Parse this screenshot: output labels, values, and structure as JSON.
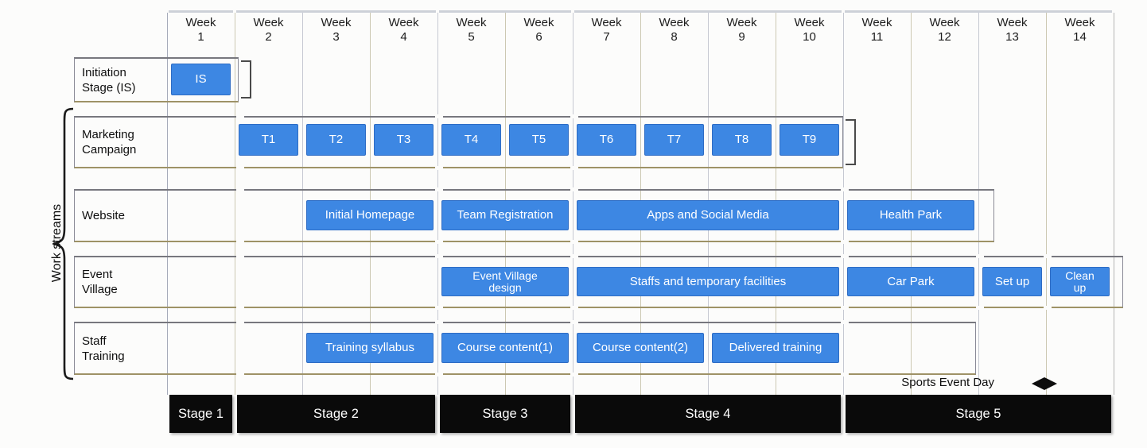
{
  "chart_data": {
    "type": "bar",
    "subtype": "gantt",
    "axis_label": "Work streams",
    "x_unit": "weeks",
    "x_range": [
      1,
      14
    ],
    "weeks": [
      {
        "word": "Week",
        "number": "1"
      },
      {
        "word": "Week",
        "number": "2"
      },
      {
        "word": "Week",
        "number": "3"
      },
      {
        "word": "Week",
        "number": "4"
      },
      {
        "word": "Week",
        "number": "5"
      },
      {
        "word": "Week",
        "number": "6"
      },
      {
        "word": "Week",
        "number": "7"
      },
      {
        "word": "Week",
        "number": "8"
      },
      {
        "word": "Week",
        "number": "9"
      },
      {
        "word": "Week",
        "number": "10"
      },
      {
        "word": "Week",
        "number": "11"
      },
      {
        "word": "Week",
        "number": "12"
      },
      {
        "word": "Week",
        "number": "13"
      },
      {
        "word": "Week",
        "number": "14"
      }
    ],
    "rows": [
      {
        "id": "initiation-stage",
        "label_lines": [
          "Initiation",
          "Stage (IS)"
        ],
        "bars": [
          {
            "text": "IS",
            "start": 1,
            "end": 1
          }
        ],
        "bracket_after": true
      },
      {
        "id": "marketing-campaign",
        "label_lines": [
          "Marketing",
          "Campaign"
        ],
        "bars": [
          {
            "text": "T1",
            "start": 2,
            "end": 2
          },
          {
            "text": "T2",
            "start": 3,
            "end": 3
          },
          {
            "text": "T3",
            "start": 4,
            "end": 4
          },
          {
            "text": "T4",
            "start": 5,
            "end": 5
          },
          {
            "text": "T5",
            "start": 6,
            "end": 6
          },
          {
            "text": "T6",
            "start": 7,
            "end": 7
          },
          {
            "text": "T7",
            "start": 8,
            "end": 8
          },
          {
            "text": "T8",
            "start": 9,
            "end": 9
          },
          {
            "text": "T9",
            "start": 10,
            "end": 10
          }
        ],
        "bracket_after": true
      },
      {
        "id": "website",
        "label_lines": [
          "Website"
        ],
        "bars": [
          {
            "text": "Initial Homepage",
            "start": 3,
            "end": 4
          },
          {
            "text": "Team Registration",
            "start": 5,
            "end": 6
          },
          {
            "text": "Apps and Social Media",
            "start": 7,
            "end": 10
          },
          {
            "text": "Health Park",
            "start": 11,
            "end": 12
          }
        ],
        "bracket_after": false
      },
      {
        "id": "event-village",
        "label_lines": [
          "Event",
          "Village"
        ],
        "bars": [
          {
            "text": "Event Village design",
            "lines": [
              "Event Village",
              "design"
            ],
            "start": 5,
            "end": 6
          },
          {
            "text": "Staffs and temporary facilities",
            "start": 7,
            "end": 10
          },
          {
            "text": "Car Park",
            "start": 11,
            "end": 12
          },
          {
            "text": "Set up",
            "start": 13,
            "end": 13
          },
          {
            "text": "Clean up",
            "lines": [
              "Clean",
              "up"
            ],
            "start": 14,
            "end": 14
          }
        ],
        "bracket_after": false
      },
      {
        "id": "staff-training",
        "label_lines": [
          "Staff",
          "Training"
        ],
        "bars": [
          {
            "text": "Training syllabus",
            "start": 3,
            "end": 4
          },
          {
            "text": "Course content(1)",
            "start": 5,
            "end": 6
          },
          {
            "text": "Course content(2)",
            "start": 7,
            "end": 8
          },
          {
            "text": "Delivered training",
            "start": 9,
            "end": 10
          }
        ],
        "bracket_after": false
      }
    ],
    "stages": [
      {
        "label": "Stage 1",
        "start": 1,
        "end": 1
      },
      {
        "label": "Stage 2",
        "start": 2,
        "end": 4
      },
      {
        "label": "Stage 3",
        "start": 5,
        "end": 6
      },
      {
        "label": "Stage 4",
        "start": 7,
        "end": 10
      },
      {
        "label": "Stage 5",
        "start": 11,
        "end": 14
      }
    ],
    "milestone": {
      "label": "Sports Event Day",
      "at_end_of_week": 13
    },
    "colors": {
      "bar_fill": "#3d87e3",
      "bar_border": "#2e6cc4",
      "bar_text": "#ffffff",
      "stage_fill": "#0a0a0a",
      "stage_text": "#ffffff",
      "header_text": "#1c1c1c",
      "label_text": "#0e0e0e"
    }
  }
}
